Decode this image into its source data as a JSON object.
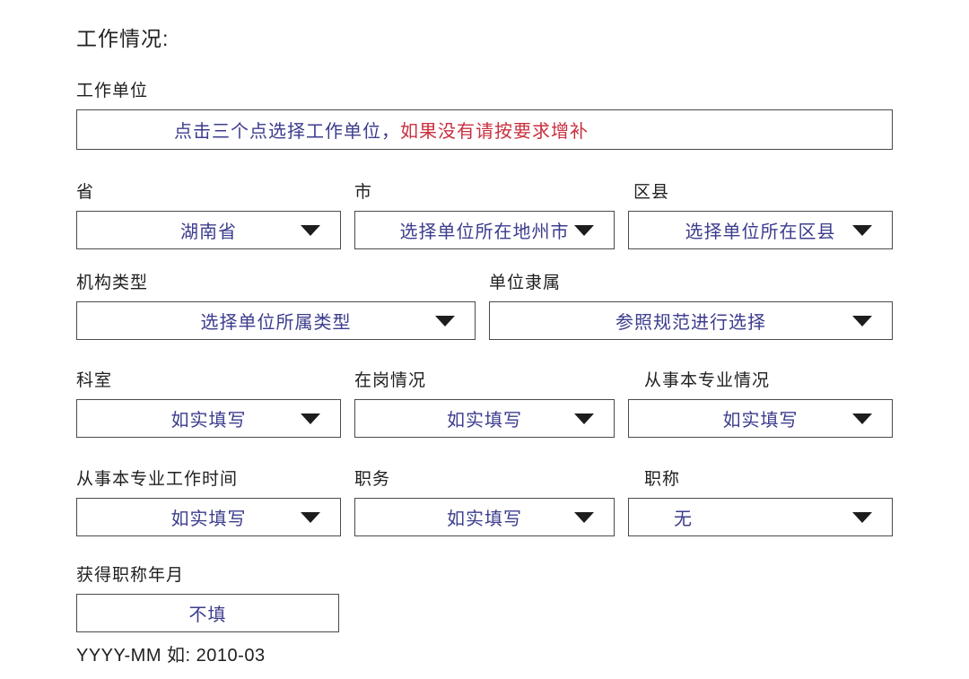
{
  "colors": {
    "text": "#1f1f1f",
    "accent": "#3c3c8e",
    "warning": "#c9303f",
    "border": "#4a4a4a",
    "caret": "#1d1d1d"
  },
  "page": {
    "title": "工作情况:"
  },
  "form": {
    "work_unit": {
      "label": "工作单位",
      "hint_action": "点击三个点选择工作单位，",
      "hint_warning": "如果没有请按要求增补"
    },
    "province": {
      "label": "省",
      "value": "湖南省"
    },
    "city": {
      "label": "市",
      "value": "选择单位所在地州市"
    },
    "district": {
      "label": "区县",
      "value": "选择单位所在区县"
    },
    "institution_type": {
      "label": "机构类型",
      "value": "选择单位所属类型"
    },
    "unit_affiliation": {
      "label": "单位隶属",
      "value": "参照规范进行选择"
    },
    "department": {
      "label": "科室",
      "value": "如实填写"
    },
    "on_duty_status": {
      "label": "在岗情况",
      "value": "如实填写"
    },
    "profession_status": {
      "label": "从事本专业情况",
      "value": "如实填写"
    },
    "profession_years": {
      "label": "从事本专业工作时间",
      "value": "如实填写"
    },
    "position": {
      "label": "职务",
      "value": "如实填写"
    },
    "job_title": {
      "label": "职称",
      "value": "无"
    },
    "title_date": {
      "label": "获得职称年月",
      "value": "不填",
      "format_hint": "YYYY-MM 如: 2010-03"
    }
  }
}
